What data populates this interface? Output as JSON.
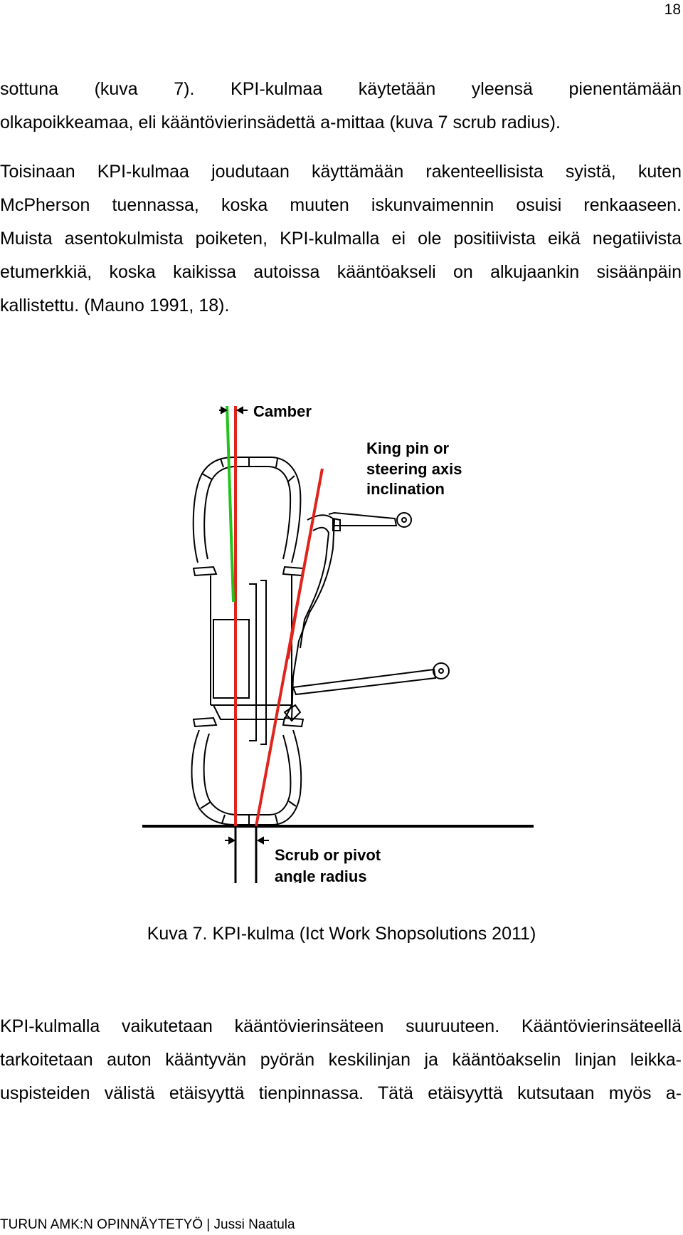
{
  "page_number": "18",
  "paragraphs": {
    "p1": [
      "sottuna (kuva 7). KPI-kulmaa käytetään yleensä pienentämään",
      "olkapoikkeamaa, eli kääntövierinsädettä a-mittaa (kuva 7 scrub radius)."
    ],
    "p2": [
      "Toisinaan KPI-kulmaa joudutaan käyttämään rakenteellisista syistä, kuten",
      "McPherson tuennassa, koska muuten iskunvaimennin osuisi renkaaseen.",
      "Muista asentokulmista poiketen, KPI-kulmalla ei ole positiivista eikä negatiivista",
      "etumerkkiä, koska kaikissa autoissa kääntöakseli on alkujaankin sisäänpäin",
      "kallistettu. (Mauno 1991, 18)."
    ],
    "p3": [
      "KPI-kulmalla vaikutetaan kääntövierinsäteen suuruuteen. Kääntövierinsäteellä",
      "tarkoitetaan auton kääntyvän pyörän keskilinjan ja kääntöakselin linjan leikka-",
      "uspisteiden välistä etäisyyttä tienpinnassa. Tätä etäisyyttä kutsutaan myös a-"
    ]
  },
  "figure": {
    "labels": {
      "camber": "Camber",
      "kpi_line1": "King pin or",
      "kpi_line2": "steering axis",
      "kpi_line3": "inclination",
      "scrub_line1": "Scrub or pivot",
      "scrub_line2": "angle radius"
    },
    "colors": {
      "wheel_centerline": "#e0231b",
      "steering_axis": "#e0231b",
      "camber_line": "#22c41c",
      "drawing": "#000000"
    }
  },
  "caption": "Kuva 7. KPI-kulma (Ict Work Shopsolutions 2011)",
  "footer": "TURUN AMK:N OPINNÄYTETYÖ | Jussi Naatula"
}
